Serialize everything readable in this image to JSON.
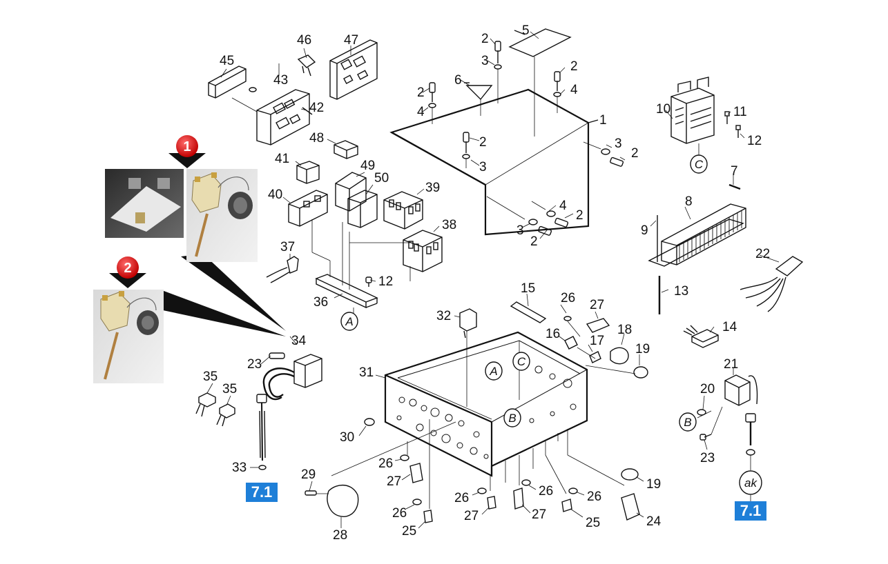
{
  "callouts": [
    "1",
    "2",
    "3",
    "4",
    "5",
    "6",
    "7",
    "8",
    "9",
    "10",
    "11",
    "12",
    "13",
    "14",
    "15",
    "16",
    "17",
    "18",
    "19",
    "20",
    "21",
    "22",
    "23",
    "24",
    "25",
    "26",
    "27",
    "28",
    "29",
    "30",
    "31",
    "32",
    "33",
    "34",
    "35",
    "36",
    "37",
    "38",
    "39",
    "40",
    "41",
    "42",
    "43",
    "45",
    "46",
    "47",
    "48",
    "49",
    "50"
  ],
  "references": {
    "left": "7.1",
    "right": "7.1"
  },
  "markers": {
    "first": "1",
    "second": "2"
  },
  "circle_refs": {
    "A": "A",
    "B": "B",
    "C": "C",
    "ak": "ak"
  },
  "colors": {
    "accent_blue": "#1e7fd8",
    "marker_red": "#e01010",
    "line": "#111111"
  }
}
